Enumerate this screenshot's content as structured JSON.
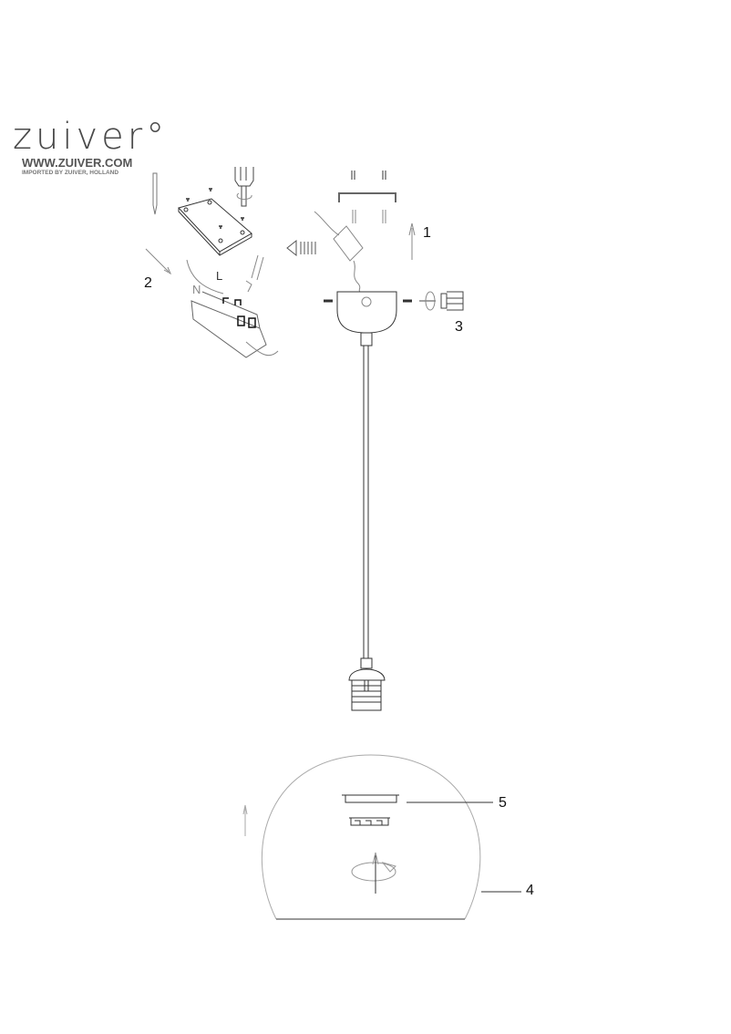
{
  "logo": {
    "brand": "zuiver°",
    "url": "WWW.ZUIVER.COM",
    "imported": "IMPORTED BY ZUIVER, HOLLAND"
  },
  "steps": {
    "s1": "1",
    "s2": "2",
    "s3": "3",
    "s4": "4",
    "s5": "5"
  },
  "wiring": {
    "live": "L",
    "neutral": "N"
  },
  "colors": {
    "line": "#333333",
    "light_line": "#999999"
  }
}
